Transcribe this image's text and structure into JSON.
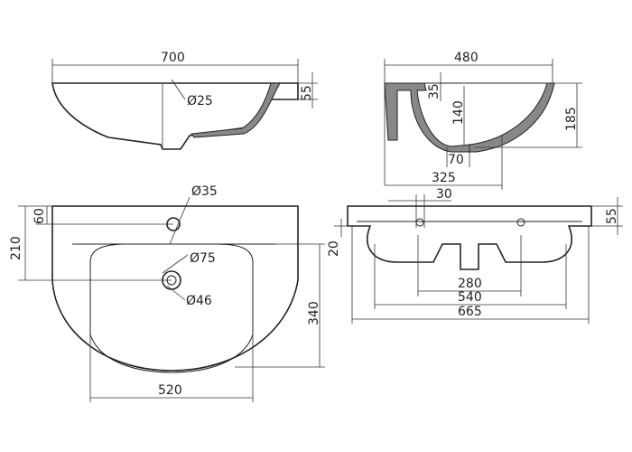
{
  "side_view": {
    "width": "700",
    "drain_diameter": "Ø25",
    "rim_height": "55"
  },
  "section_view": {
    "depth": "480",
    "rim_thickness": "35",
    "bowl_depth": "140",
    "total_height": "185",
    "drain_width": "70",
    "drain_offset": "325"
  },
  "top_view": {
    "tap_hole": "Ø35",
    "tap_offset": "60",
    "front_offset": "210",
    "overflow_diameter": "Ø75",
    "drain_diameter": "Ø46",
    "bowl_length": "340",
    "bowl_width": "520"
  },
  "front_view": {
    "tap_hole_width": "30",
    "rim_height": "55",
    "rim_drop": "20",
    "pedestal_width": "280",
    "bowl_width": "540",
    "total_width": "665"
  }
}
